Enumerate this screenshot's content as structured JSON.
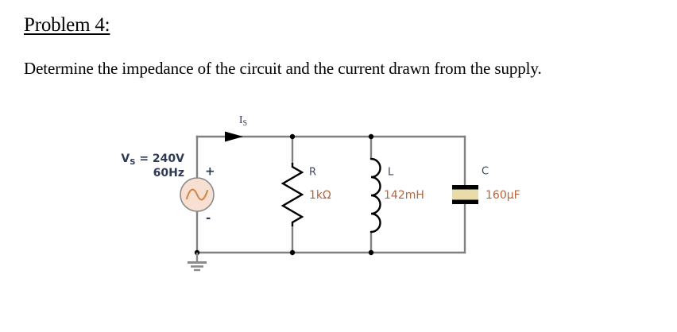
{
  "document": {
    "title": "Problem 4:",
    "statement": "Determine the impedance of the circuit and the current drawn from the supply."
  },
  "circuit": {
    "type": "ac-parallel-rlc",
    "source": {
      "label_line1_prefix": "V",
      "label_line1_sub": "S",
      "label_line1_rest": " = 240V",
      "label_line2": "60Hz",
      "voltage": "240V",
      "frequency": "60Hz",
      "symbol": "ac-voltage-source",
      "polarity_plus": "+",
      "polarity_minus": "-",
      "fill_color": "#f7e0d2",
      "wave_color": "#d08a4e",
      "border_color": "#8a8a8a"
    },
    "current": {
      "label_prefix": "I",
      "label_sub": "S",
      "name": "Is",
      "direction": "right"
    },
    "components": [
      {
        "id": "resistor",
        "name": "R",
        "value": "1kΩ",
        "symbol": "resistor-zigzag"
      },
      {
        "id": "inductor",
        "name": "L",
        "value": "142mH",
        "symbol": "inductor-coil"
      },
      {
        "id": "capacitor",
        "name": "C",
        "value": "160µF",
        "symbol": "capacitor-plates",
        "fill_color": "#e8dcab"
      }
    ],
    "ground": {
      "symbol": "earth-ground"
    },
    "colors": {
      "wire": "#808080",
      "component_stroke": "#000000",
      "name_text": "#3f4663",
      "value_text": "#b5643c",
      "node_dot": "#000000"
    }
  }
}
